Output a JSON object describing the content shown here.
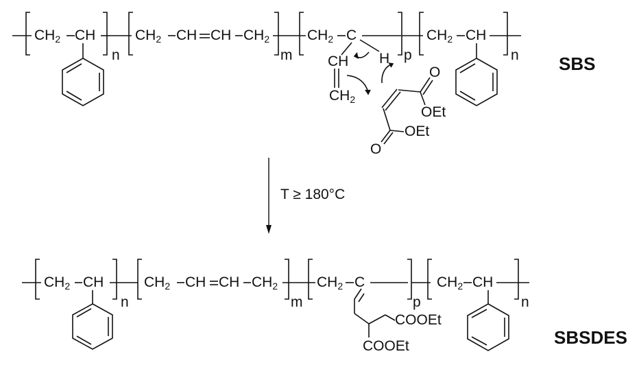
{
  "diagram": {
    "type": "chemical-reaction-scheme",
    "reactant": {
      "name": "SBS",
      "units": {
        "styrene_1": {
          "left": "CH",
          "left_sub": "2",
          "right": "CH",
          "index": "n"
        },
        "butadiene_14": {
          "a": "CH",
          "a_sub": "2",
          "b": "CH",
          "c": "CH",
          "d": "CH",
          "d_sub": "2",
          "index": "m"
        },
        "butadiene_12": {
          "a": "CH",
          "a_sub": "2",
          "b": "C",
          "h": "H",
          "vinyl_ch": "CH",
          "vinyl_ch2": "CH",
          "vinyl_ch2_sub": "2",
          "index": "p"
        },
        "styrene_2": {
          "left": "CH",
          "left_sub": "2",
          "right": "CH",
          "index": "n"
        }
      },
      "reagent": {
        "name": "diethyl maleate",
        "o_top": "O",
        "oet_top": "OEt",
        "o_bottom": "O",
        "oet_bottom": "OEt"
      }
    },
    "arrow": {
      "condition": "T ≥ 180°C"
    },
    "product": {
      "name": "SBSDES",
      "units": {
        "styrene_1": {
          "left": "CH",
          "left_sub": "2",
          "right": "CH",
          "index": "n"
        },
        "butadiene_14": {
          "a": "CH",
          "a_sub": "2",
          "b": "CH",
          "c": "CH",
          "d": "CH",
          "d_sub": "2",
          "index": "m"
        },
        "grafted": {
          "a": "CH",
          "a_sub": "2",
          "b": "C",
          "ester_1": "COOEt",
          "ester_2": "COOEt",
          "index": "p"
        },
        "styrene_2": {
          "left": "CH",
          "left_sub": "2",
          "right": "CH",
          "index": "n"
        }
      }
    }
  }
}
